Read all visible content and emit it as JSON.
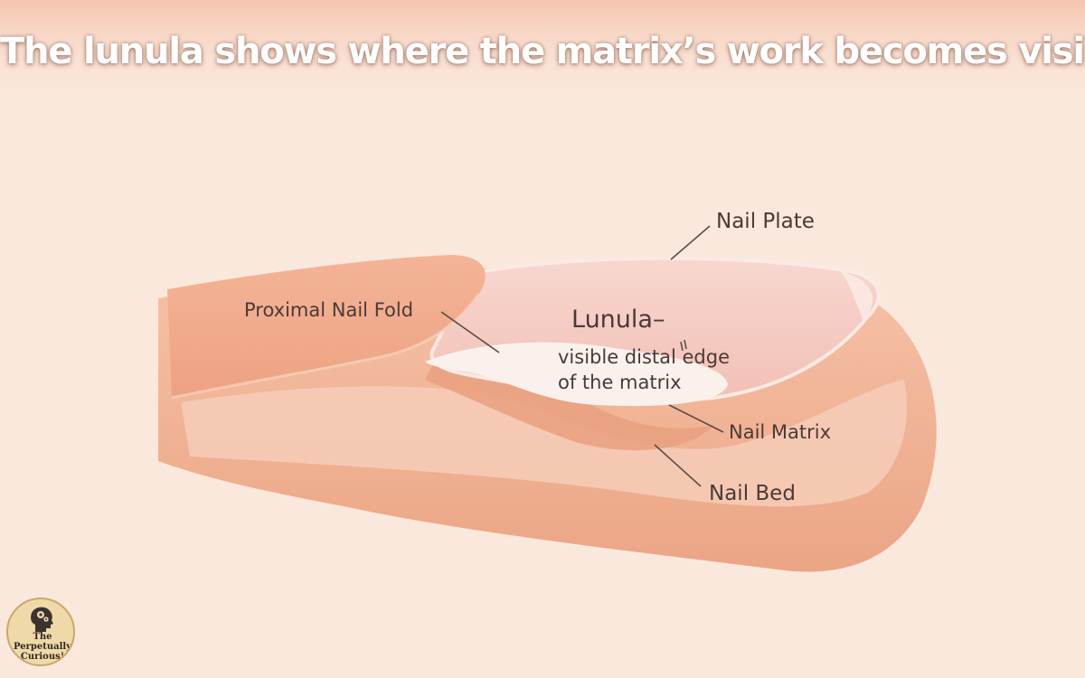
{
  "title": "The lunula shows where the matrix’s work becomes visible",
  "labels": {
    "nail_plate": "Nail Plate",
    "proximal_nail_fold": "Proximal Nail Fold",
    "lunula_heading": "Lunula–",
    "lunula_line1": "visible distal edge",
    "lunula_line2": "of the matrix",
    "nail_matrix": "Nail Matrix",
    "nail_bed": "Nail Bed"
  },
  "logo": {
    "line1": "The Perpetually",
    "line2": "Curious!",
    "icon": "head-gears-icon"
  },
  "colors": {
    "background": "#fbe8dc",
    "skin": "#f3b596",
    "nail_plate": "#f6cfc6",
    "lunula": "#fbf1ec",
    "title_text": "#ffffff",
    "label_text": "#4a3a36"
  }
}
